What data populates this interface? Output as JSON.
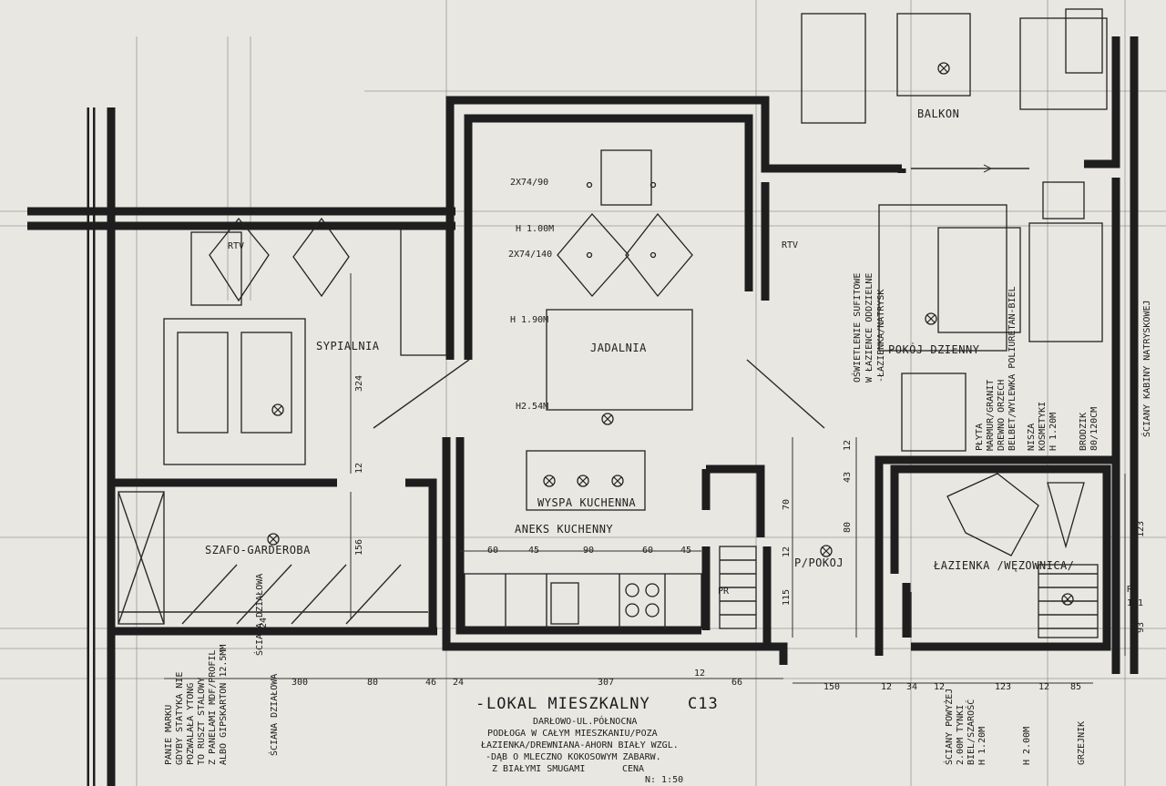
{
  "rooms": {
    "sypialnia": "SYPIALNIA",
    "jadalnia": "JADALNIA",
    "balkon": "BALKON",
    "pokoj_dzienny": "POKÓJ DZIENNY",
    "szafo_garderoba": "SZAFO-GARDEROBA",
    "aneks_kuchenny": "ANEKS KUCHENNY",
    "wyspa_kuchenna": "WYSPA KUCHENNA",
    "lazienka": "ŁAZIENKA /WĘZOWNICA/",
    "p_pokoj": "P/POKOJ"
  },
  "labels": {
    "rtv_left": "RTV",
    "rtv_right": "RTV",
    "lamp_2x74_90": "2X74/90",
    "lamp_h100": "H 1.00M",
    "lamp_2x74_140": "2X74/140",
    "lamp_h190": "H 1.90M",
    "lamp_h254": "H2.54M",
    "oswietlenie": "OŚWIETLENIE SUFITOWE",
    "w_lazience": "W ŁAZIENCE ODDZIELNE",
    "lazienka_natrysk": "-ŁAZIENKA/NATRYSK",
    "plyta1": "PŁYTA",
    "plyta2": "MARMUR/GRANIT",
    "plyta3": "DREWNO ORZECH",
    "plyta4": "BELBET/WYLEWKA POLIURETAN-BIEL",
    "nisza1": "NISZA",
    "nisza2": "KOSMETYKI",
    "nisza3": "H 1.20M",
    "brodzik1": "BRODZIK",
    "brodzik2": "80/120CM",
    "sciany_kabiny": "ŚCIANY KABINY NATRYSKOWEJ",
    "pr": "PR",
    "rv": "RV",
    "ratio": "1/1",
    "panel1": "PANIE MARKU",
    "panel2": "GDYBY STATYKA NIE",
    "panel3": "POZWALAŁA YTONG",
    "panel4": "TO RUSZT STALOWY",
    "panel5": "Z PANELAMI MDF/PROFIL",
    "panel6": "ALBO GIPSKARTON 12.5MM",
    "sciana_dzialowa": "ŚCIANA DZIAŁOWA",
    "sciana_dzialowa2": "ŚCIANA DZIAŁOWA",
    "sciany_powyzej1": "ŚCIANY POWYŻEJ",
    "sciany_powyzej2": "2.00M TYNKI",
    "sciany_powyzej3": "BIEL/SZAROŚĆ",
    "sciany_powyzej4": "H 1.20M",
    "h200": "H 2.00M",
    "grzejnik": "GRZEJNIK"
  },
  "title_block": {
    "title": "LOKAL MIESZKALNY",
    "code": "C13",
    "location": "DARŁOWO-UL.PÓŁNOCNA",
    "line1": "PODŁOGA W CAŁYM MIESZKANIU/POZA",
    "line2": "ŁAZIENKA/DREWNIANA-AHORN BIAŁY WZGL.",
    "line3": "-DĄB O MLECZNO KOKOSOWYM ZABARW.",
    "line4": "Z BIAŁYMI SMUGAMI",
    "cena": "CENA",
    "scale": "N: 1:50"
  },
  "dimensions": {
    "bottom": [
      "300",
      "80",
      "46",
      "24",
      "307",
      "12",
      "66",
      "150",
      "12",
      "34",
      "12",
      "123",
      "12",
      "85"
    ],
    "kitchen": [
      "60",
      "45",
      "90",
      "60",
      "45"
    ],
    "vertical_324": "324",
    "vertical_156": "156",
    "v12a": "12",
    "v43": "43",
    "v12b": "12",
    "v70": "70",
    "v80": "80",
    "v12c": "12",
    "v115": "115",
    "v123": "123",
    "v93": "93",
    "v24": "24"
  },
  "colors": {
    "paper": "#e9e7e2",
    "ink": "#1e1e1e"
  }
}
